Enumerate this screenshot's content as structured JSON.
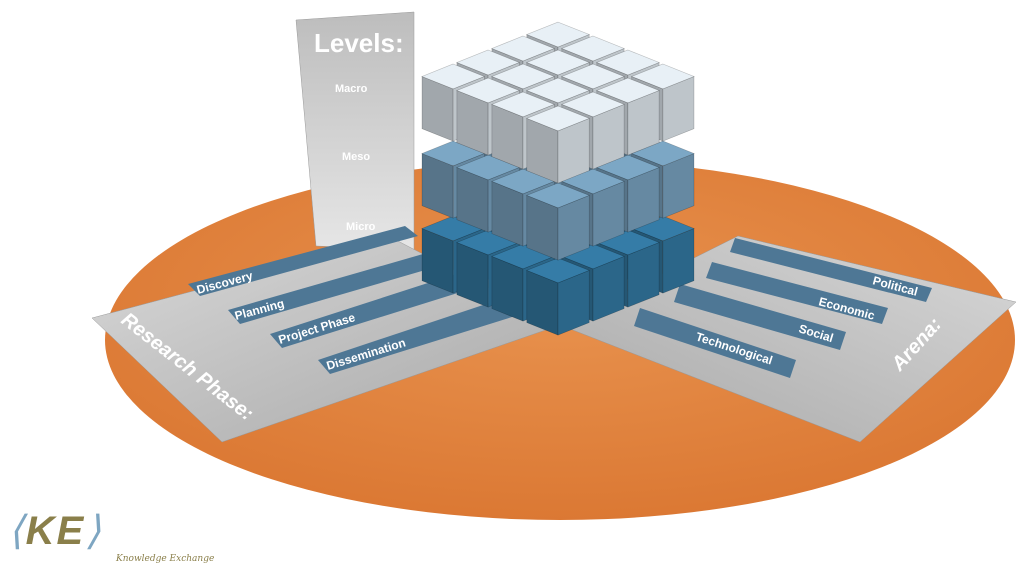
{
  "levels": {
    "title": "Levels:",
    "items": [
      "Macro",
      "Meso",
      "Micro"
    ]
  },
  "research_phase": {
    "title": "Research Phase:",
    "items": [
      "Discovery",
      "Planning",
      "Project Phase",
      "Dissemination"
    ]
  },
  "arena": {
    "title": "Arena:",
    "items": [
      "Political",
      "Economic",
      "Social",
      "Technological"
    ]
  },
  "logo": {
    "open": "⟨",
    "mark": "KE",
    "close": "⟩",
    "name": "Knowledge Exchange"
  },
  "colors": {
    "disc": "#e0823e",
    "panel": "#c9c9c9",
    "macro": "#cfd6dc",
    "meso": "#6f95b0",
    "micro": "#2f6f95",
    "strip": "#4e7795"
  }
}
